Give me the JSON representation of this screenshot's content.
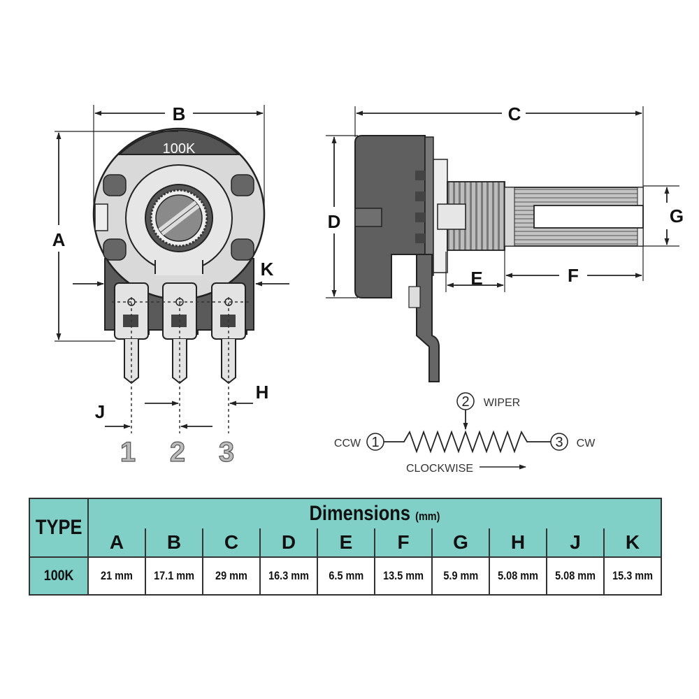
{
  "body_label": "100K",
  "dim_labels": {
    "A": "A",
    "B": "B",
    "C": "C",
    "D": "D",
    "E": "E",
    "F": "F",
    "G": "G",
    "H": "H",
    "J": "J",
    "K": "K"
  },
  "pin_labels": [
    "1",
    "2",
    "3"
  ],
  "schematic": {
    "pin1_num": "1",
    "pin1_label": "CCW",
    "pin2_num": "2",
    "pin2_label": "WIPER",
    "pin3_num": "3",
    "pin3_label": "CW",
    "direction_label": "CLOCKWISE"
  },
  "table": {
    "type_header": "TYPE",
    "dimensions_header": "Dimensions",
    "unit": "(mm)",
    "columns": [
      "A",
      "B",
      "C",
      "D",
      "E",
      "F",
      "G",
      "H",
      "J",
      "K"
    ],
    "rows": [
      {
        "type": "100K",
        "values": [
          "21 mm",
          "17.1 mm",
          "29 mm",
          "16.3 mm",
          "6.5 mm",
          "13.5 mm",
          "5.9 mm",
          "5.08 mm",
          "5.08 mm",
          "15.3 mm"
        ]
      }
    ]
  },
  "colors": {
    "accent": "#81d0c7",
    "body_dark": "#555555",
    "body_light": "#dcdcdc"
  }
}
